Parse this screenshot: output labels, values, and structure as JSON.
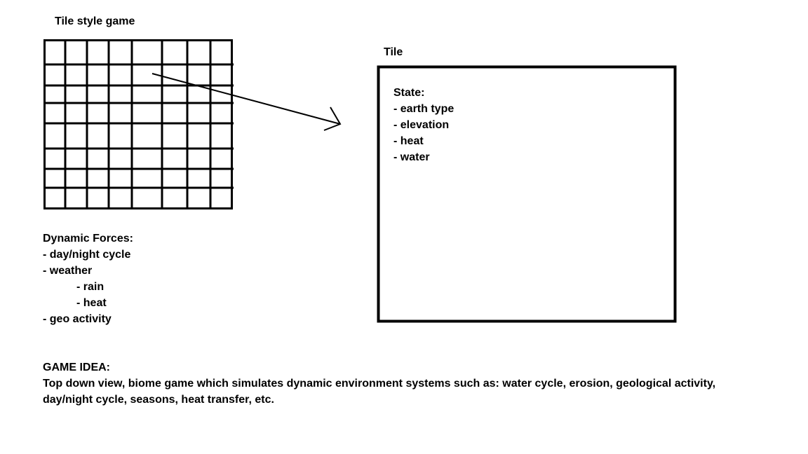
{
  "grid_title": "Tile style game",
  "tile_title": "Tile",
  "tile_state": {
    "heading": "State:",
    "items": [
      "- earth type",
      "- elevation",
      "- heat",
      "- water"
    ]
  },
  "dynamic_forces": {
    "heading": "Dynamic Forces:",
    "items": [
      "- day/night cycle",
      "- weather",
      "- rain",
      "- heat",
      "- geo activity"
    ]
  },
  "game_idea": {
    "heading": "GAME IDEA:",
    "line1": "Top down view, biome game which simulates dynamic environment systems such as: water cycle, erosion, geological activity,",
    "line2": "day/night cycle, seasons, heat transfer, etc."
  },
  "colors": {
    "ink": "#000000",
    "background": "#ffffff"
  }
}
